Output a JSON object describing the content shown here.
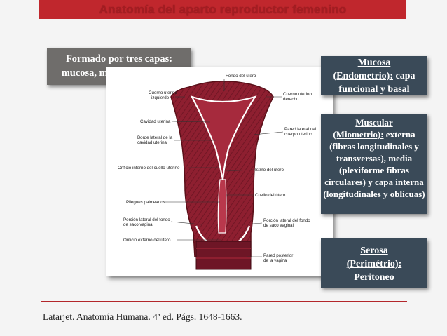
{
  "title": "Anatomía del aparto reproductor femenino",
  "intro": {
    "line1": "Formado por tres capas:",
    "line2": "mucosa, muscular y serosa"
  },
  "mucosa": {
    "head": "Mucosa",
    "sub": "(Endometrio):",
    "rest": "capa funcional y basal"
  },
  "muscular": {
    "head": "Muscular",
    "sub": "(Miometrio):",
    "rest": "externa (fibras longitudinales y transversas), media (plexiforme fibras circulares) y capa interna (longitudinales y oblicuas)"
  },
  "serosa": {
    "head": "Serosa",
    "sub": "(Perimétrio):",
    "rest": "Peritoneo"
  },
  "figure_labels": {
    "fondo": "Fondo del útero",
    "cuerno_izq_1": "Cuerno uterino",
    "cuerno_izq_2": "izquierdo",
    "cuerno_der_1": "Cuerno uterino",
    "cuerno_der_2": "derecho",
    "cavidad": "Cavidad uterina",
    "borde_1": "Borde lateral de la",
    "borde_2": "cavidad uterina",
    "pared_1": "Pared lateral del",
    "pared_2": "cuerpo uterino",
    "orificio_int": "Orificio interno del cuello uterino",
    "istmo": "Istmo del útero",
    "cuello": "Cuello del útero",
    "pliegues": "Pliegues palmeados",
    "porcion_izq_1": "Porción lateral del fondo",
    "porcion_izq_2": "de saco vaginal",
    "porcion_der_1": "Porción lateral del fondo",
    "porcion_der_2": "de saco vaginal",
    "orificio_ext": "Orificio externo del útero",
    "pared_post_1": "Pared posterior",
    "pared_post_2": "de la vagina"
  },
  "reference": "Latarjet. Anatomía Humana. 4ª ed. Págs. 1648-1663.",
  "colors": {
    "title_bar": "#c0272d",
    "card_dark": "#3a4a58",
    "card_gray": "#6f6d6b",
    "tissue": "#8e1f30"
  }
}
